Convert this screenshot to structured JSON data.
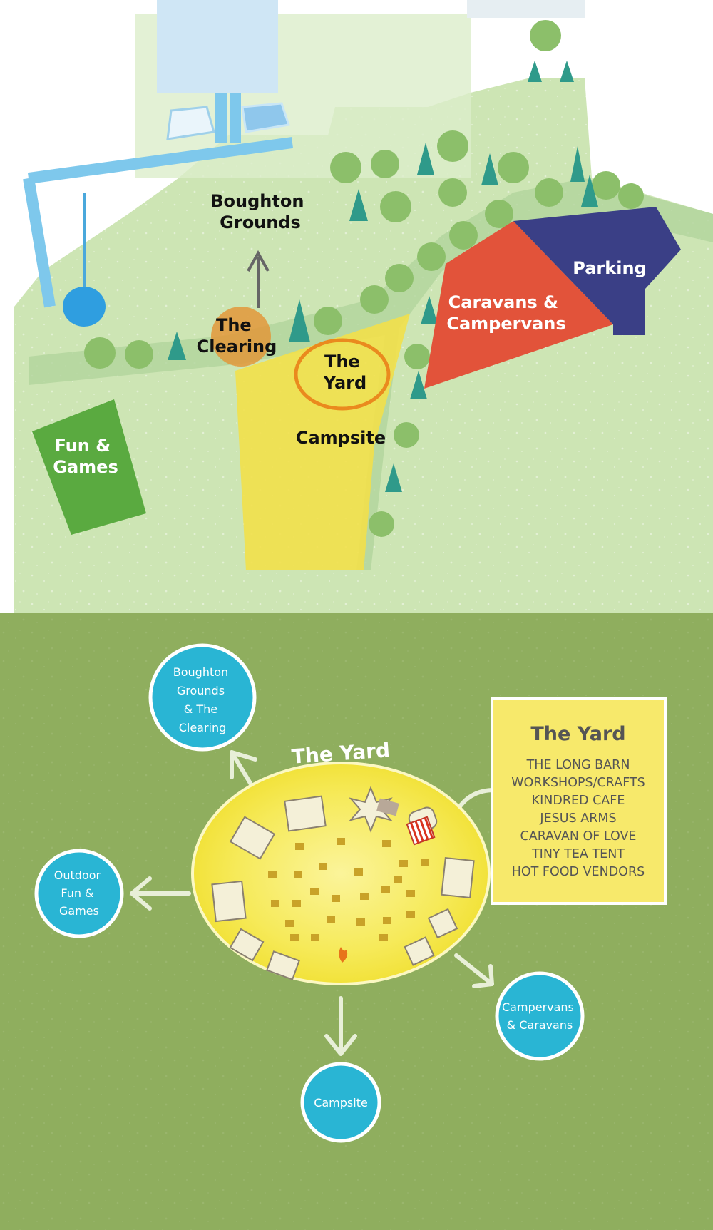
{
  "top_map": {
    "areas": {
      "boughton_grounds": [
        "Boughton",
        "Grounds"
      ],
      "the_clearing": [
        "The",
        "Clearing"
      ],
      "the_yard": [
        "The",
        "Yard"
      ],
      "campsite": "Campsite",
      "fun_games": [
        "Fun &",
        "Games"
      ],
      "caravans": [
        "Caravans &",
        "Campervans"
      ],
      "parking": "Parking"
    },
    "colors": {
      "grass": "#cde5b4",
      "campsite": "#f2e04a",
      "caravans": "#e2533a",
      "parking": "#3a3f86",
      "fun_games": "#5aaa40",
      "clearing": "#e2983a",
      "yard_ring": "#ea8a1e",
      "water": "#7ec8ec"
    }
  },
  "bottom_map": {
    "yard_title": "The Yard",
    "destinations": {
      "boughton": [
        "Boughton",
        "Grounds",
        "& The",
        "Clearing"
      ],
      "outdoor": [
        "Outdoor",
        "Fun &",
        "Games"
      ],
      "campervans": [
        "Campervans",
        "& Caravans"
      ],
      "campsite": "Campsite"
    },
    "info_box": {
      "title": "The Yard",
      "items": [
        "THE LONG BARN",
        "WORKSHOPS/CRAFTS",
        "KINDRED CAFE",
        "JESUS ARMS",
        "CARAVAN OF LOVE",
        "TINY TEA TENT",
        "HOT FOOD VENDORS"
      ]
    },
    "colors": {
      "background": "#8fae5e",
      "circle": "#29b5d4",
      "yard": "#f6ea5a",
      "box": "#f7e96b"
    }
  }
}
